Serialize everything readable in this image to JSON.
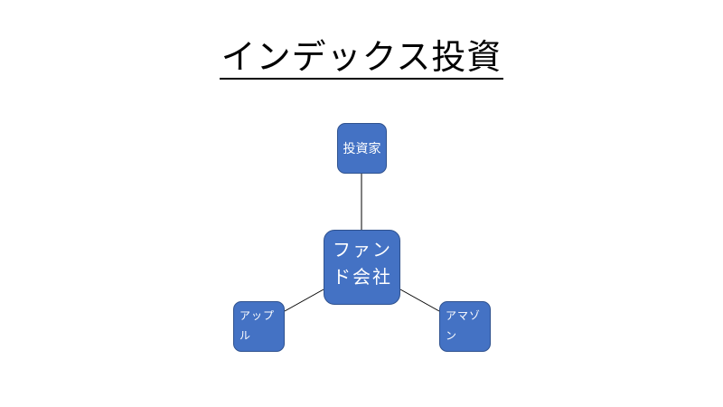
{
  "title": "インデックス投資",
  "nodes": {
    "investor": "投資家",
    "fund_company": "ファンド会社",
    "apple": "アップル",
    "amazon": "アマゾン"
  },
  "colors": {
    "node_fill": "#4472c4",
    "node_border": "#2f528f",
    "connector": "#000000"
  }
}
